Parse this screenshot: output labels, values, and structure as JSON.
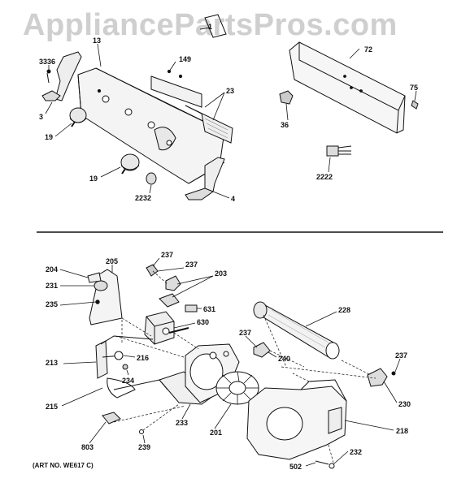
{
  "watermark": "AppliancePartsPros.com",
  "art_number": "(ART NO. WE617 C)",
  "top_section": {
    "labels": [
      "1",
      "3336",
      "13",
      "149",
      "72",
      "3",
      "23",
      "75",
      "19",
      "36",
      "19",
      "2222",
      "2232",
      "4"
    ]
  },
  "bottom_section": {
    "labels": [
      "237",
      "204",
      "205",
      "237",
      "203",
      "231",
      "235",
      "631",
      "228",
      "630",
      "237",
      "213",
      "216",
      "240",
      "237",
      "234",
      "215",
      "230",
      "201",
      "218",
      "233",
      "803",
      "239",
      "232",
      "502"
    ]
  }
}
